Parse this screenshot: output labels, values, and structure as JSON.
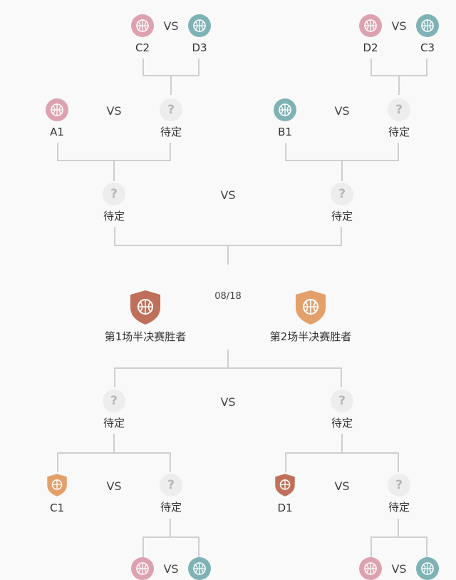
{
  "vs_label": "VS",
  "unknown_glyph": "?",
  "final_date": "08/18",
  "colors": {
    "pink": "#dda2b0",
    "teal": "#7fb2b4",
    "shield_dark": "#c0705a",
    "shield_light": "#e3a06a",
    "connector": "#cfcfcf"
  },
  "top_half": {
    "round_left": {
      "team_a": "C2",
      "team_b": "D3"
    },
    "round_right": {
      "team_a": "D2",
      "team_b": "C3"
    },
    "quarter_left": {
      "team_a": "A1",
      "team_b": "待定"
    },
    "quarter_right": {
      "team_a": "B1",
      "team_b": "待定"
    },
    "semi": {
      "team_a": "待定",
      "team_b": "待定"
    }
  },
  "final": {
    "team_a": "第1场半决赛胜者",
    "team_b": "第2场半决赛胜者"
  },
  "bottom_half": {
    "semi": {
      "team_a": "待定",
      "team_b": "待定"
    },
    "quarter_left": {
      "team_a": "C1",
      "team_b": "待定"
    },
    "quarter_right": {
      "team_a": "D1",
      "team_b": "待定"
    },
    "round_left": {
      "team_a": "",
      "team_b": ""
    },
    "round_right": {
      "team_a": "",
      "team_b": ""
    }
  }
}
